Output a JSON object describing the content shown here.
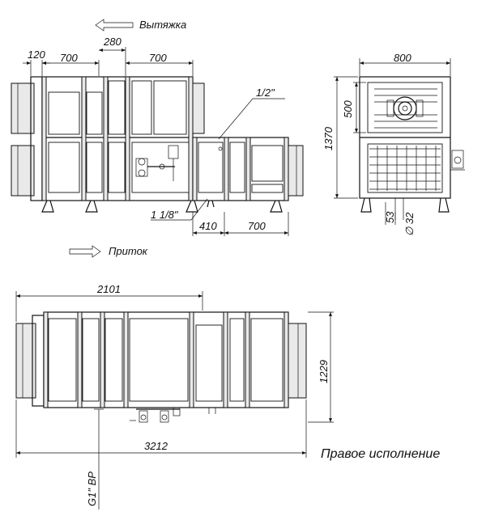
{
  "labels": {
    "exhaust": "Вытяжка",
    "supply": "Приток",
    "variant": "Правое исполнение",
    "thread_top": "1/2\"",
    "thread_side": "1 1/8\"",
    "g_thread": "G1\" ВР",
    "diameter": "∅ 32"
  },
  "dimensions": {
    "d120": "120",
    "d700a": "700",
    "d280": "280",
    "d700b": "700",
    "d800": "800",
    "d500": "500",
    "d1370": "1370",
    "d53": "53",
    "d410": "410",
    "d700c": "700",
    "d2101": "2101",
    "d1229": "1229",
    "d3212": "3212"
  },
  "colors": {
    "line": "#111111",
    "panel": "#e9e9e9"
  }
}
